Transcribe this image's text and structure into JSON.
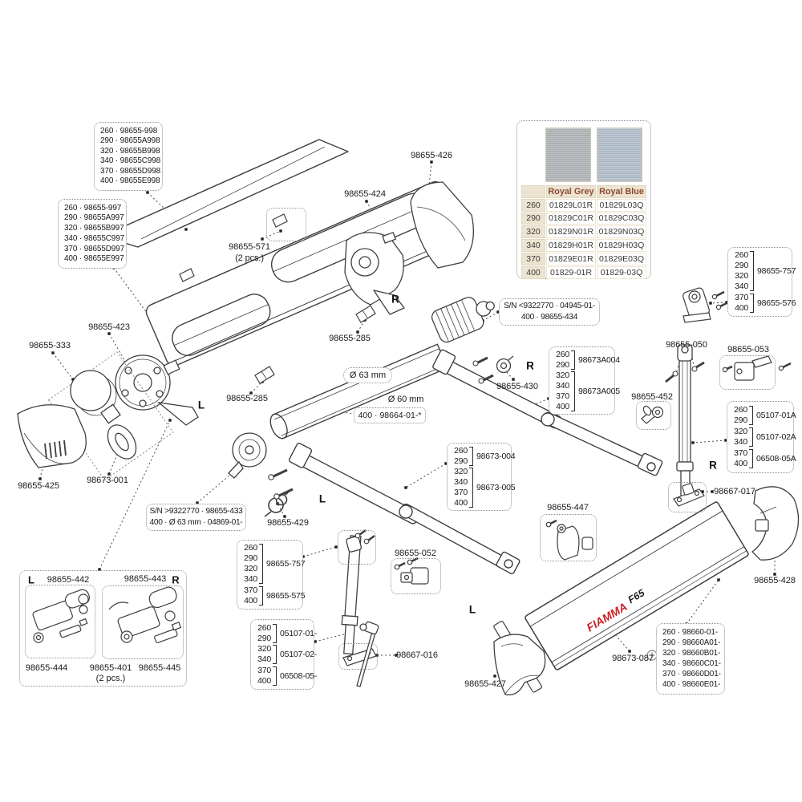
{
  "colors": {
    "accent_red": "#cc2027",
    "table_header_text": "#8d4a33",
    "table_beige": "#ece4d0",
    "line_art": "#3f3f3f"
  },
  "logo": {
    "brand": "FIAMMA",
    "model": "F65"
  },
  "letters": {
    "case_l": "L",
    "mech_r": "R",
    "arm_r": "R",
    "tube_l": "L",
    "leg_r": "R",
    "leg_l": "L"
  },
  "labels": {
    "p426": "98655-426",
    "p424": "98655-424",
    "p571": "98655-571",
    "p571q": "(2 pcs.)",
    "p423": "98655-423",
    "p333": "98655-333",
    "p285a": "98655-285",
    "p285b": "98655-285",
    "p425": "98655-425",
    "p3001": "98673-001",
    "p430": "98655-430",
    "p050": "98655-050",
    "p053": "98655-053",
    "p452": "98655-452",
    "d60": "Ø 60 mm",
    "p429": "98655-429",
    "p447": "98655-447",
    "p017": "98667-017",
    "p016": "98667-016",
    "p052": "98655-052",
    "p427": "98655-427",
    "p087": "98673-087",
    "p428": "98655-428"
  },
  "callouts": {
    "c998": {
      "rows": [
        "260 · 98655-998",
        "290 · 98655A998",
        "320 · 98655B998",
        "340 · 98655C998",
        "370 · 98655D998",
        "400 · 98655E998"
      ]
    },
    "c997": {
      "rows": [
        "260 · 98655-997",
        "290 · 98655A997",
        "320 · 98655B997",
        "340 · 98655C997",
        "370 · 98655D997",
        "400 · 98655E997"
      ]
    },
    "sn_less": {
      "line1": "S/N <9322770 · 04945-01-",
      "line2": "400 · 98655-434"
    },
    "a757_576": {
      "groups": [
        {
          "sizes": [
            "260",
            "290",
            "320",
            "340"
          ],
          "part": "98655-757"
        },
        {
          "sizes": [
            "370",
            "400"
          ],
          "part": "98655-576"
        }
      ]
    },
    "a004_005": {
      "groups": [
        {
          "sizes": [
            "260",
            "290"
          ],
          "part": "98673A004"
        },
        {
          "sizes": [
            "320",
            "340",
            "370",
            "400"
          ],
          "part": "98673A005"
        }
      ]
    },
    "r05107a": {
      "groups": [
        {
          "sizes": [
            "260",
            "290"
          ],
          "part": "05107-01A"
        },
        {
          "sizes": [
            "320",
            "340"
          ],
          "part": "05107-02A"
        },
        {
          "sizes": [
            "370",
            "400"
          ],
          "part": "06508-05A"
        }
      ]
    },
    "c673": {
      "groups": [
        {
          "sizes": [
            "260",
            "290"
          ],
          "part": "98673-004"
        },
        {
          "sizes": [
            "320",
            "340",
            "370",
            "400"
          ],
          "part": "98673-005"
        }
      ]
    },
    "sn_greater": {
      "line1": "S/N >9322770 · 98655-433",
      "line2": "400 · Ø 63 mm · 04869-01-"
    },
    "b757_575": {
      "groups": [
        {
          "sizes": [
            "260",
            "290",
            "320",
            "340"
          ],
          "part": "98655-757"
        },
        {
          "sizes": [
            "370",
            "400"
          ],
          "part": "98655-575"
        }
      ]
    },
    "b05107": {
      "groups": [
        {
          "sizes": [
            "260",
            "290"
          ],
          "part": "05107-01-"
        },
        {
          "sizes": [
            "320",
            "340"
          ],
          "part": "05107-02-"
        },
        {
          "sizes": [
            "370",
            "400"
          ],
          "part": "06508-05-"
        }
      ]
    },
    "c660": {
      "rows": [
        "260 · 98660-01-",
        "290 · 98660A01-",
        "320 · 98660B01-",
        "340 · 98660C01-",
        "370 · 98660D01-",
        "400 · 98660E01-"
      ]
    },
    "dia63": "Ø 63 mm",
    "tube400": "400 · 98664-01-*"
  },
  "kit": {
    "left_letter": "L",
    "left_part": "98655-442",
    "right_part": "98655-443",
    "right_letter": "R",
    "part_a": "98655-444",
    "part_b": "98655-401",
    "part_b_qty": "(2 pcs.)",
    "part_c": "98655-445"
  },
  "fabric_table": {
    "headers": [
      "Royal Grey",
      "Royal Blue"
    ],
    "rows": [
      [
        "260",
        "01829L01R",
        "01829L03Q"
      ],
      [
        "290",
        "01829C01R",
        "01829C03Q"
      ],
      [
        "320",
        "01829N01R",
        "01829N03Q"
      ],
      [
        "340",
        "01829H01R",
        "01829H03Q"
      ],
      [
        "370",
        "01829E01R",
        "01829E03Q"
      ],
      [
        "400",
        "01829-01R",
        "01829-03Q"
      ]
    ]
  }
}
